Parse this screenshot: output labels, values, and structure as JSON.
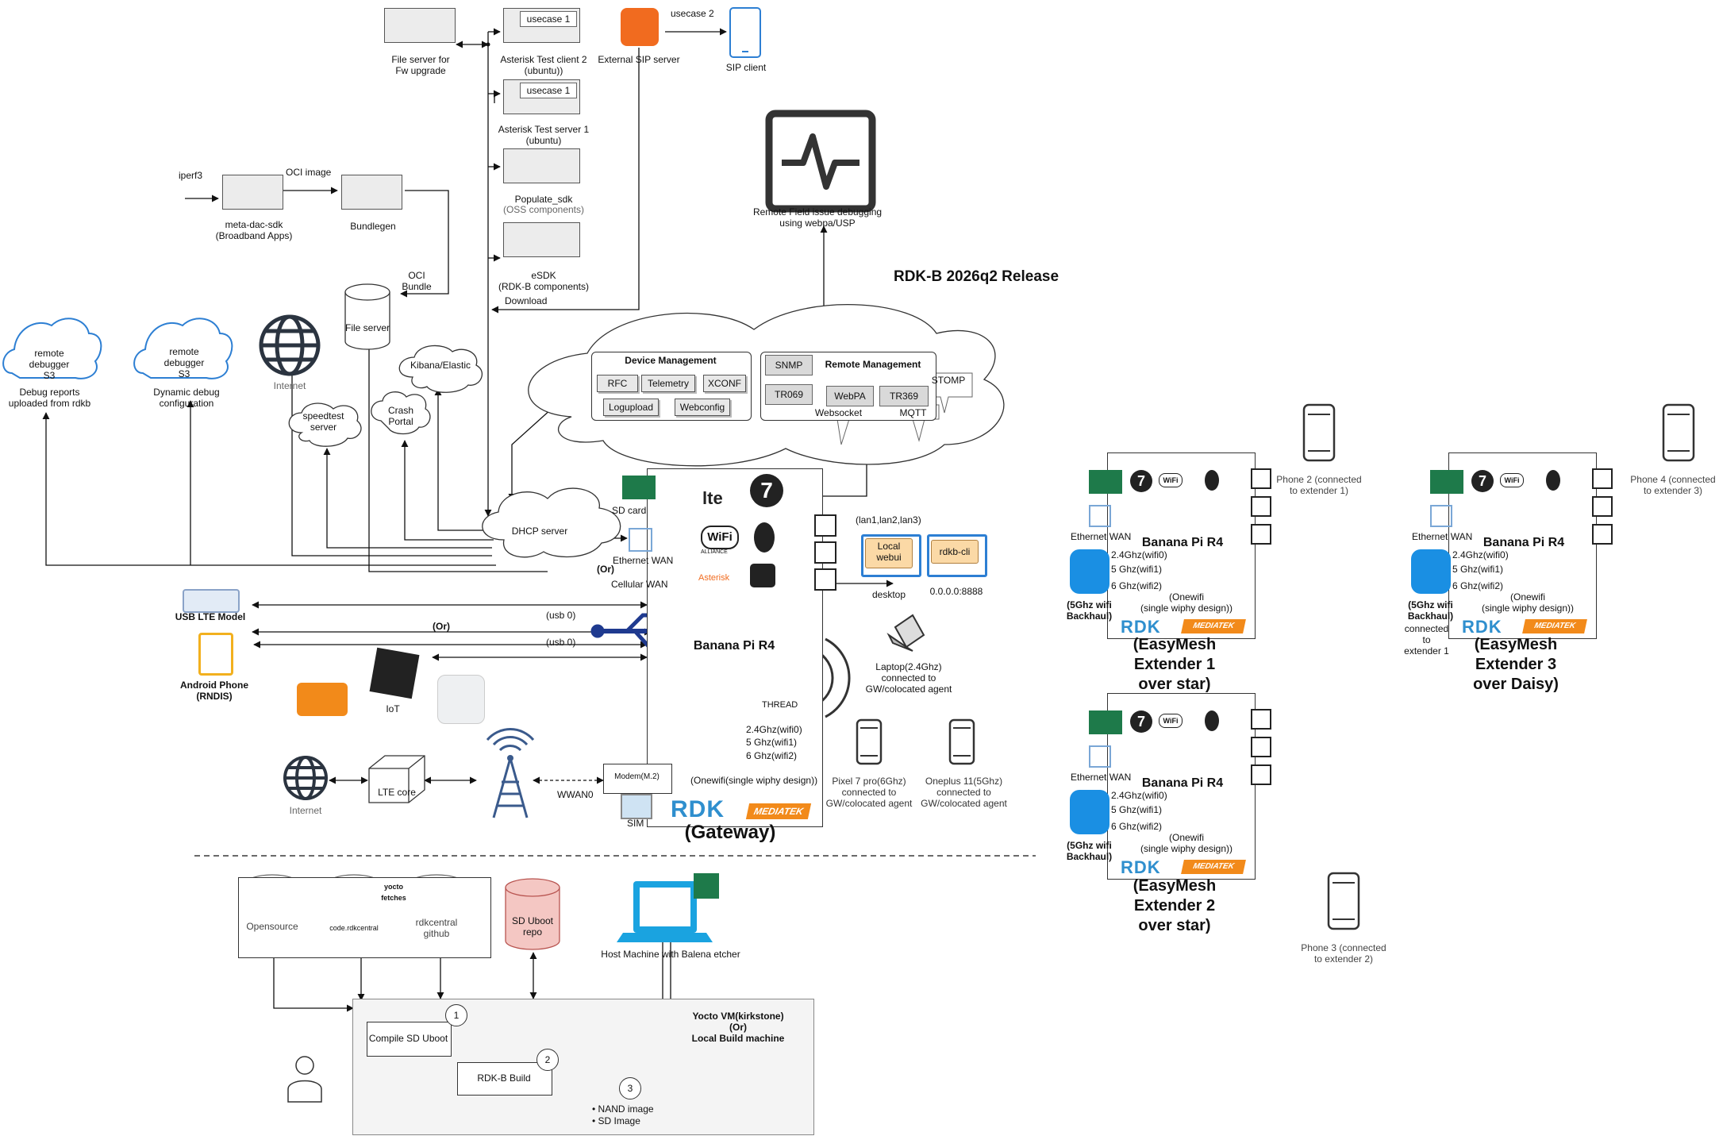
{
  "title": "RDK-B 2026q2 Release",
  "top": {
    "fileserver_fw": "File server for\nFw upgrade",
    "usecase1_a": "usecase 1",
    "test_client": "Asterisk Test client 2\n(ubuntu))",
    "usecase1_b": "usecase 1",
    "test_server": "Asterisk Test server 1\n(ubuntu)",
    "populate_sdk": "Populate_sdk",
    "oss_components": "(OSS components)",
    "esdk": "eSDK\n(RDK-B components)",
    "download": "Download",
    "external_sip": "External SIP server",
    "usecase2": "usecase 2",
    "sip_client": "SIP client",
    "remote_field": "Remote Field issue debugging\nusing webpa/USP"
  },
  "build_chain": {
    "iperf3": "iperf3",
    "meta_dac": "meta-dac-sdk\n(Broadband Apps)",
    "oci_image": "OCI image",
    "bundlegen": "Bundlegen",
    "oci_bundle": "OCI\nBundle",
    "file_server": "File server"
  },
  "clouds": {
    "remote_debugger_1": "remote\ndebugger\nS3",
    "debug_reports": "Debug reports\nuploaded from rdkb",
    "remote_debugger_2": "remote\ndebugger\nS3",
    "dynamic_debug": "Dynamic debug\nconfiguration",
    "internet": "Internet",
    "speedtest": "speedtest\nserver",
    "crash_portal": "Crash\nPortal",
    "kibana": "Kibana/Elastic",
    "dhcp": "DHCP server"
  },
  "device_management": {
    "label": "Device Management",
    "items": [
      "RFC",
      "Telemetry",
      "XCONF",
      "Logupload",
      "Webconfig"
    ]
  },
  "remote_management": {
    "label": "Remote Management",
    "snmp": "SNMP",
    "tr069": "TR069",
    "webpa": "WebPA",
    "tr369": "TR369",
    "stomp": "STOMP",
    "websocket": "Websocket",
    "mqtt": "MQTT"
  },
  "gateway": {
    "sd_card": "SD card",
    "ethernet_wan": "Ethernet WAN",
    "or": "(Or)",
    "cellular_wan": "Cellular WAN",
    "board": "Banana Pi R4",
    "wifi_24": "2.4Ghz(wifi0)",
    "wifi_5": "5 Ghz(wifi1)",
    "wifi_6": "6 Ghz(wifi2)",
    "onewifi": "(Onewifi(single wiphy design))",
    "label": "(Gateway)",
    "modem": "Modem(M.2)",
    "sim": "SIM",
    "wwan0": "WWAN0",
    "lan_ports": "(lan1,lan2,lan3)",
    "local_webui": "Local\nwebui",
    "rdkb_cli": "rdkb-cli",
    "desktop": "desktop",
    "ip": "0.0.0.0:8888",
    "laptop": "Laptop(2.4Ghz)\nconnected to\nGW/colocated agent",
    "pixel": "Pixel 7 pro(6Ghz)\nconnected to\nGW/colocated agent",
    "oneplus": "Oneplus 11(5Ghz)\nconnected to\nGW/colocated agent",
    "asterisk": "Asterisk",
    "thread": "THREAD",
    "lte": "lte",
    "wifi_logo": "WiFi",
    "alliance": "ALLIANCE"
  },
  "left_devices": {
    "usb0_a": "(usb 0)",
    "or": "(Or)",
    "usb0_b": "(usb 0)",
    "usb_lte": "USB LTE Model",
    "android": "Android Phone\n(RNDIS)",
    "iot": "IoT",
    "internet": "Internet",
    "lte_core": "LTE core"
  },
  "extenders": [
    {
      "board": "Banana Pi R4",
      "ethernet_wan": "Ethernet WAN",
      "wifi_24": "2.4Ghz(wifi0)",
      "wifi_5": "5 Ghz(wifi1)",
      "wifi_6": "6 Ghz(wifi2)",
      "onewifi": "(Onewifi\n(single wiphy design))",
      "backhaul": "(5Ghz wifi\nBackhaul)",
      "label": "(EasyMesh\nExtender 1\nover star)",
      "phone": "Phone 2 (connected\nto extender 1)"
    },
    {
      "board": "Banana Pi R4",
      "ethernet_wan": "Ethernet WAN",
      "wifi_24": "2.4Ghz(wifi0)",
      "wifi_5": "5 Ghz(wifi1)",
      "wifi_6": "6 Ghz(wifi2)",
      "onewifi": "(Onewifi\n(single wiphy design))",
      "backhaul": "(5Ghz wifi\nBackhaul)",
      "label": "(EasyMesh\nExtender 2\nover star)",
      "phone": "Phone 3 (connected\nto extender 2)"
    },
    {
      "board": "Banana Pi R4",
      "ethernet_wan": "Ethernet WAN",
      "wifi_24": "2.4Ghz(wifi0)",
      "wifi_5": "5 Ghz(wifi1)",
      "wifi_6": "6 Ghz(wifi2)",
      "onewifi": "(Onewifi\n(single wiphy design))",
      "backhaul": "(5Ghz wifi\nBackhaul)",
      "connected": "connected\nto\nextender 1",
      "label": "(EasyMesh\nExtender 3\nover Daisy)",
      "phone": "Phone 4 (connected\nto extender 3)"
    }
  ],
  "build": {
    "opensource": "Opensource",
    "code_rdkcentral": "code.rdkcentral",
    "yocto_fetches": "yocto\nfetches",
    "rdkcentral_github": "rdkcentral\ngithub",
    "sd_uboot_repo": "SD Uboot\nrepo",
    "host_machine": "Host Machine with Balena etcher",
    "vm_title": "Yocto VM(kirkstone)\n(Or)\nLocal Build machine",
    "step1": "1",
    "step1_label": "Compile SD Uboot",
    "step2": "2",
    "step2_label": "RDK-B Build",
    "step3": "3",
    "outputs": [
      "NAND image",
      "SD Image"
    ]
  },
  "logos": {
    "rdk": "RDK",
    "mediatek": "MEDIATEK"
  },
  "colors": {
    "rdk_blue": "#2f8fce",
    "mediatek_orange": "#f28a1a",
    "cloud_blue": "#2d7fd3",
    "sd_green": "#1e7a4a",
    "wifi_blue": "#1a8fe3",
    "repo_red": "#f4c7c3"
  }
}
